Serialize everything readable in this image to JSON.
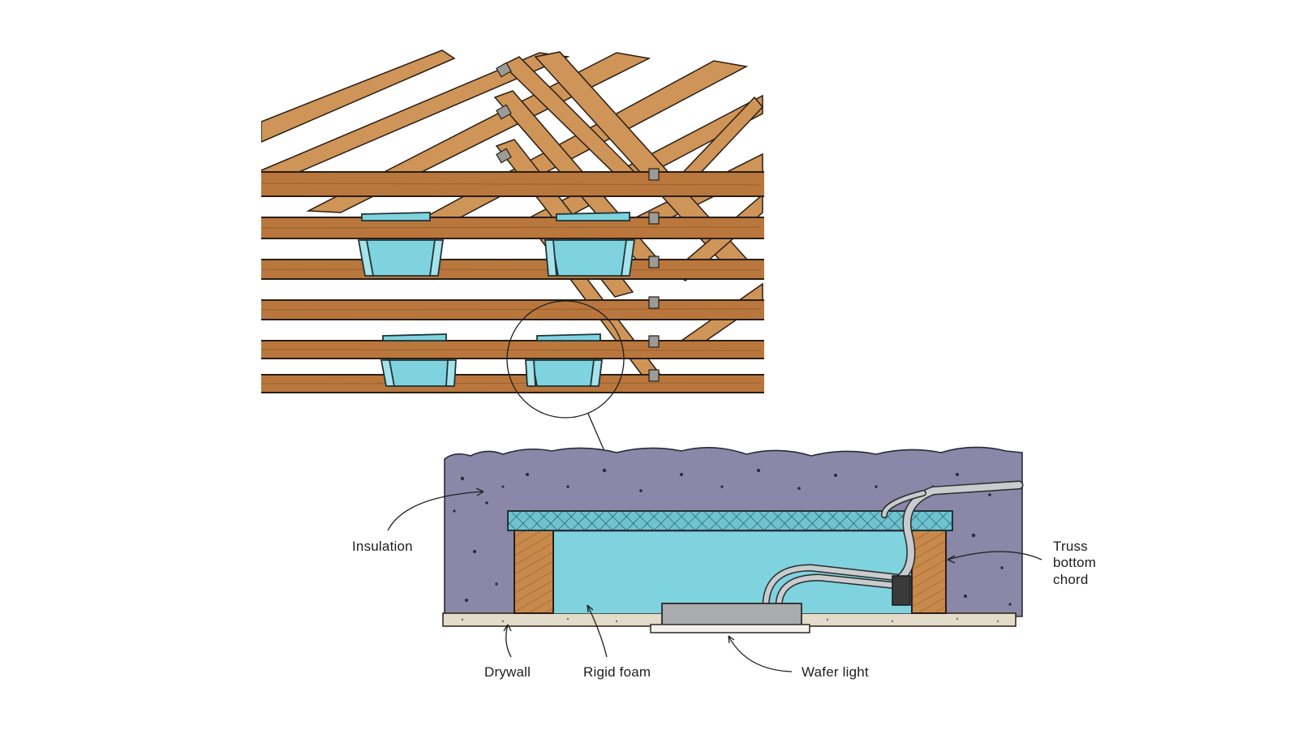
{
  "labels": {
    "insulation": "Insulation",
    "truss_line1": "Truss",
    "truss_line2": "bottom",
    "truss_line3": "chord",
    "drywall": "Drywall",
    "rigid_foam": "Rigid foam",
    "wafer_light": "Wafer light"
  },
  "colors": {
    "wood": "#b9783f",
    "wood_light": "#d39a5f",
    "foam": "#7fd3df",
    "insulation": "#8a87a8",
    "drywall": "#e4dccb",
    "outline": "#2a1e14"
  }
}
